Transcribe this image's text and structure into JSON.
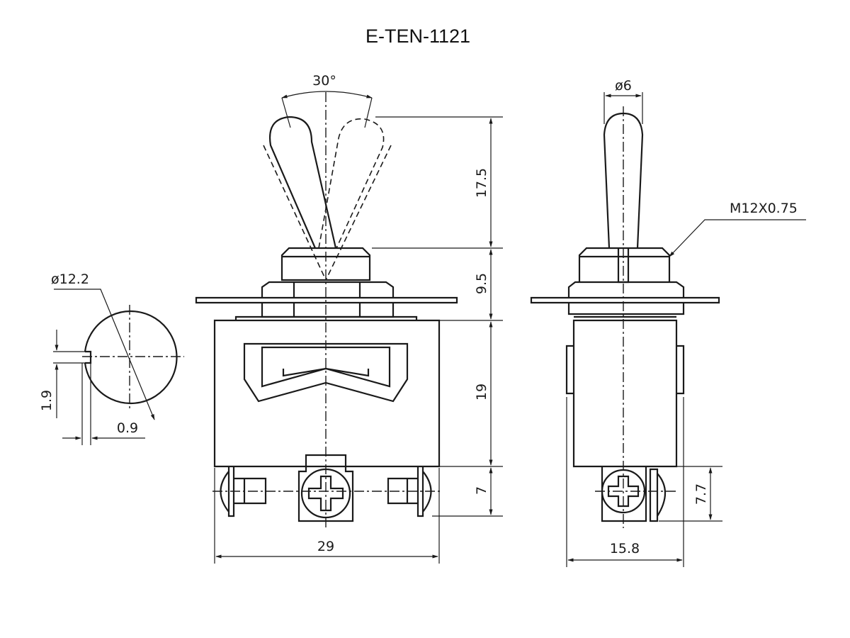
{
  "title": "E-TEN-1121",
  "dimensions": {
    "angle": "30°",
    "lever_diameter": "ø6",
    "lever_height": "17.5",
    "bushing_height": "9.5",
    "body_height": "19",
    "terminal_height": "7",
    "body_width": "29",
    "side_width": "15.8",
    "side_terminal_height": "7.7",
    "thread": "M12X0.75",
    "hole_diameter": "ø12.2",
    "key_width": "1.9",
    "key_depth": "0.9"
  },
  "colors": {
    "line": "#1a1a1a",
    "background": "#ffffff"
  }
}
